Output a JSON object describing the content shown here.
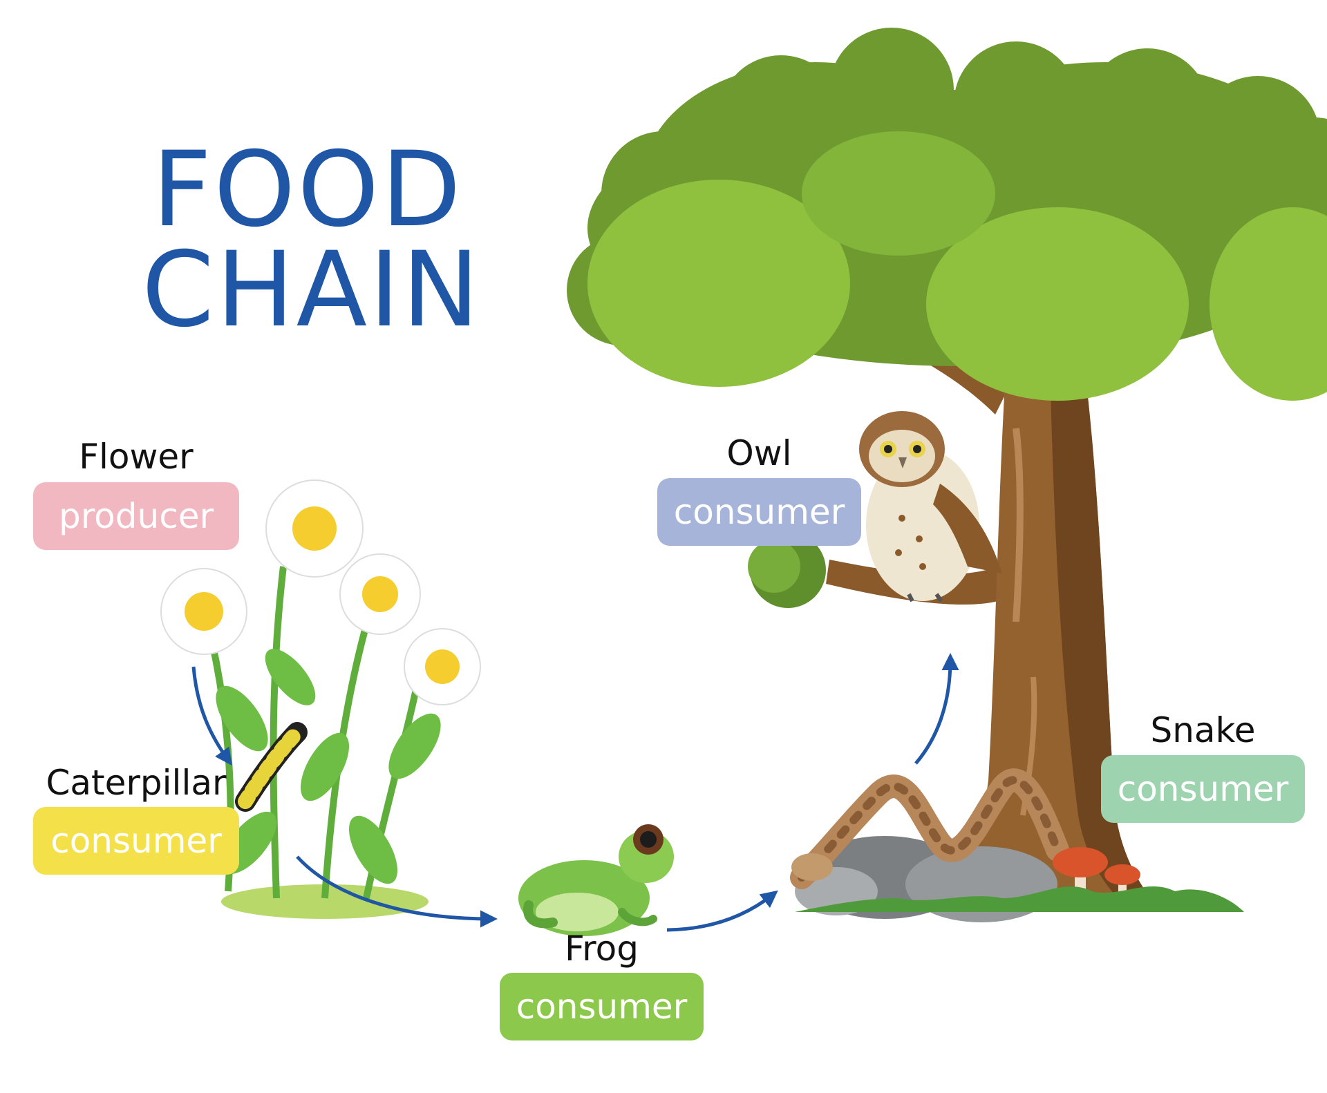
{
  "title": {
    "line1": "FOOD",
    "line2": "CHAIN"
  },
  "colors": {
    "title": "#1f56a6",
    "arrow": "#1f56a6",
    "producer_badge": "#f2b8c2",
    "caterpillar_badge": "#f4e14a",
    "frog_badge": "#8cc84b",
    "snake_badge": "#9ed3b0",
    "owl_badge": "#a7b4da"
  },
  "organisms": [
    {
      "id": "flower",
      "name": "Flower",
      "role": "producer",
      "icon": "daisy-flowers-icon"
    },
    {
      "id": "caterpillar",
      "name": "Caterpillar",
      "role": "consumer",
      "icon": "caterpillar-icon"
    },
    {
      "id": "frog",
      "name": "Frog",
      "role": "consumer",
      "icon": "frog-icon"
    },
    {
      "id": "snake",
      "name": "Snake",
      "role": "consumer",
      "icon": "snake-icon"
    },
    {
      "id": "owl",
      "name": "Owl",
      "role": "consumer",
      "icon": "owl-icon"
    }
  ],
  "arrows": [
    {
      "from": "flower",
      "to": "caterpillar"
    },
    {
      "from": "caterpillar",
      "to": "frog"
    },
    {
      "from": "frog",
      "to": "snake"
    },
    {
      "from": "snake",
      "to": "owl"
    }
  ],
  "scenery_icons": [
    "tree-icon",
    "rock-icon",
    "mushroom-icon",
    "grass-icon"
  ]
}
